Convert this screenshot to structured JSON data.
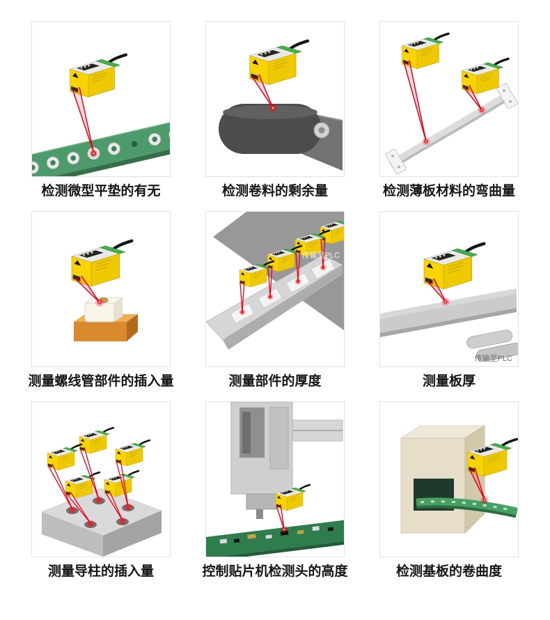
{
  "page": {
    "background": "#ffffff",
    "description_visible_text_only": true
  },
  "colors": {
    "sensor_body_yellow": "#f9d400",
    "sensor_side_yellow": "#eec800",
    "sensor_connector_green": "#44b04a",
    "laser_red": "#e8001a",
    "pcb_green": "#4d9b6b",
    "caption_text": "#151515",
    "cell_border": "#e2e2e2",
    "annotation_gray": "#6a6a6a",
    "annotation_white": "#f2f2f2"
  },
  "cells": [
    {
      "id": "washer-presence",
      "caption": "检测微型平垫的有无"
    },
    {
      "id": "coil-remaining",
      "caption": "检测卷料的剩余量"
    },
    {
      "id": "sheet-bending",
      "caption": "检测薄板材料的弯曲量"
    },
    {
      "id": "solenoid-insertion",
      "caption": "测量螺线管部件的插入量"
    },
    {
      "id": "part-thickness",
      "caption": "测量部件的厚度",
      "annotation": "传输至PLC"
    },
    {
      "id": "plate-thickness",
      "caption": "测量板厚",
      "annotation": "传输至PLC"
    },
    {
      "id": "guide-post-insertion",
      "caption": "测量导柱的插入量"
    },
    {
      "id": "smt-head-height",
      "caption": "控制贴片机检测头的高度"
    },
    {
      "id": "board-curl",
      "caption": "检测基板的卷曲度"
    }
  ]
}
